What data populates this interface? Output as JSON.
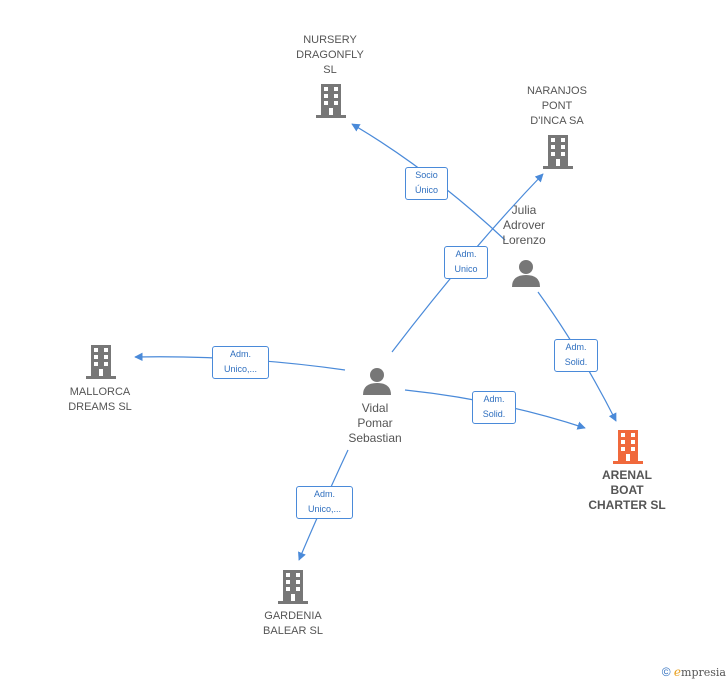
{
  "colors": {
    "edge": "#4a8ad9",
    "building": "#777777",
    "building_main": "#f0693c",
    "person": "#777777"
  },
  "companies": {
    "nursery": {
      "label": "NURSERY\nDRAGONFLY\nSL",
      "icon": "building-icon"
    },
    "naranjos": {
      "label": "NARANJOS\nPONT\nD'INCA SA",
      "icon": "building-icon"
    },
    "mallorca": {
      "label": "MALLORCA\nDREAMS  SL",
      "icon": "building-icon"
    },
    "arenal": {
      "label": "ARENAL\nBOAT\nCHARTER  SL",
      "icon": "building-icon"
    },
    "gardenia": {
      "label": "GARDENIA\nBALEAR SL",
      "icon": "building-icon"
    }
  },
  "persons": {
    "julia": {
      "label": "Julia\nAdrover\nLorenzo",
      "icon": "person-icon"
    },
    "vidal": {
      "label": "Vidal\nPomar\nSebastian",
      "icon": "person-icon"
    }
  },
  "edges": {
    "socio_unico": "Socio\nÚnico",
    "adm_unico_naranjos": "Adm.\nUnico",
    "adm_unico_mallorca": "Adm.\nUnico,...",
    "adm_solid_julia": "Adm.\nSolid.",
    "adm_solid_vidal": "Adm.\nSolid.",
    "adm_unico_gardenia": "Adm.\nUnico,..."
  },
  "footer": {
    "copyright": "©",
    "brand_first": "e",
    "brand_rest": "mpresia"
  }
}
